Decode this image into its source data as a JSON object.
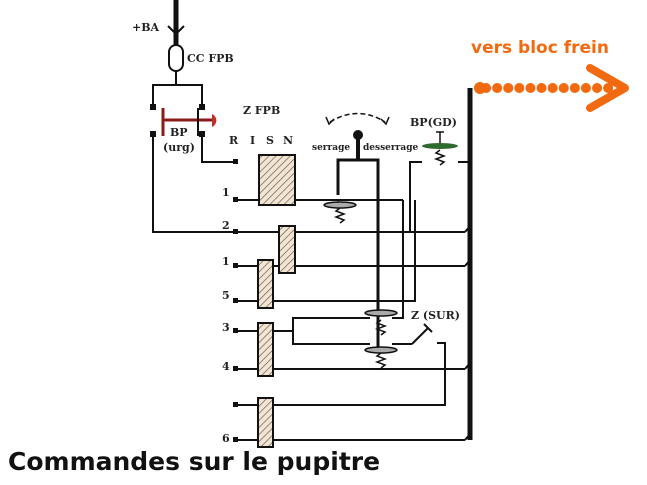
{
  "labels": {
    "supply": "+BA",
    "fuse": "CC FPB",
    "emergency_button": "BP",
    "emergency_button_sub": "(urg)",
    "selector": "Z FPB",
    "positions": [
      "R",
      "I",
      "S",
      "N"
    ],
    "lever_left": "serrage",
    "lever_right": "desserrage",
    "button_gd": "BP(GD)",
    "switch_sur": "Z (SUR)",
    "terminals": [
      "1",
      "2",
      "1",
      "5",
      "3",
      "4",
      "6"
    ]
  },
  "destination": "vers bloc frein",
  "caption": "Commandes sur le pupitre",
  "colors": {
    "accent": "#f26a10",
    "emergency": "#8b1a1a",
    "button_gd": "#2e6b2e"
  }
}
